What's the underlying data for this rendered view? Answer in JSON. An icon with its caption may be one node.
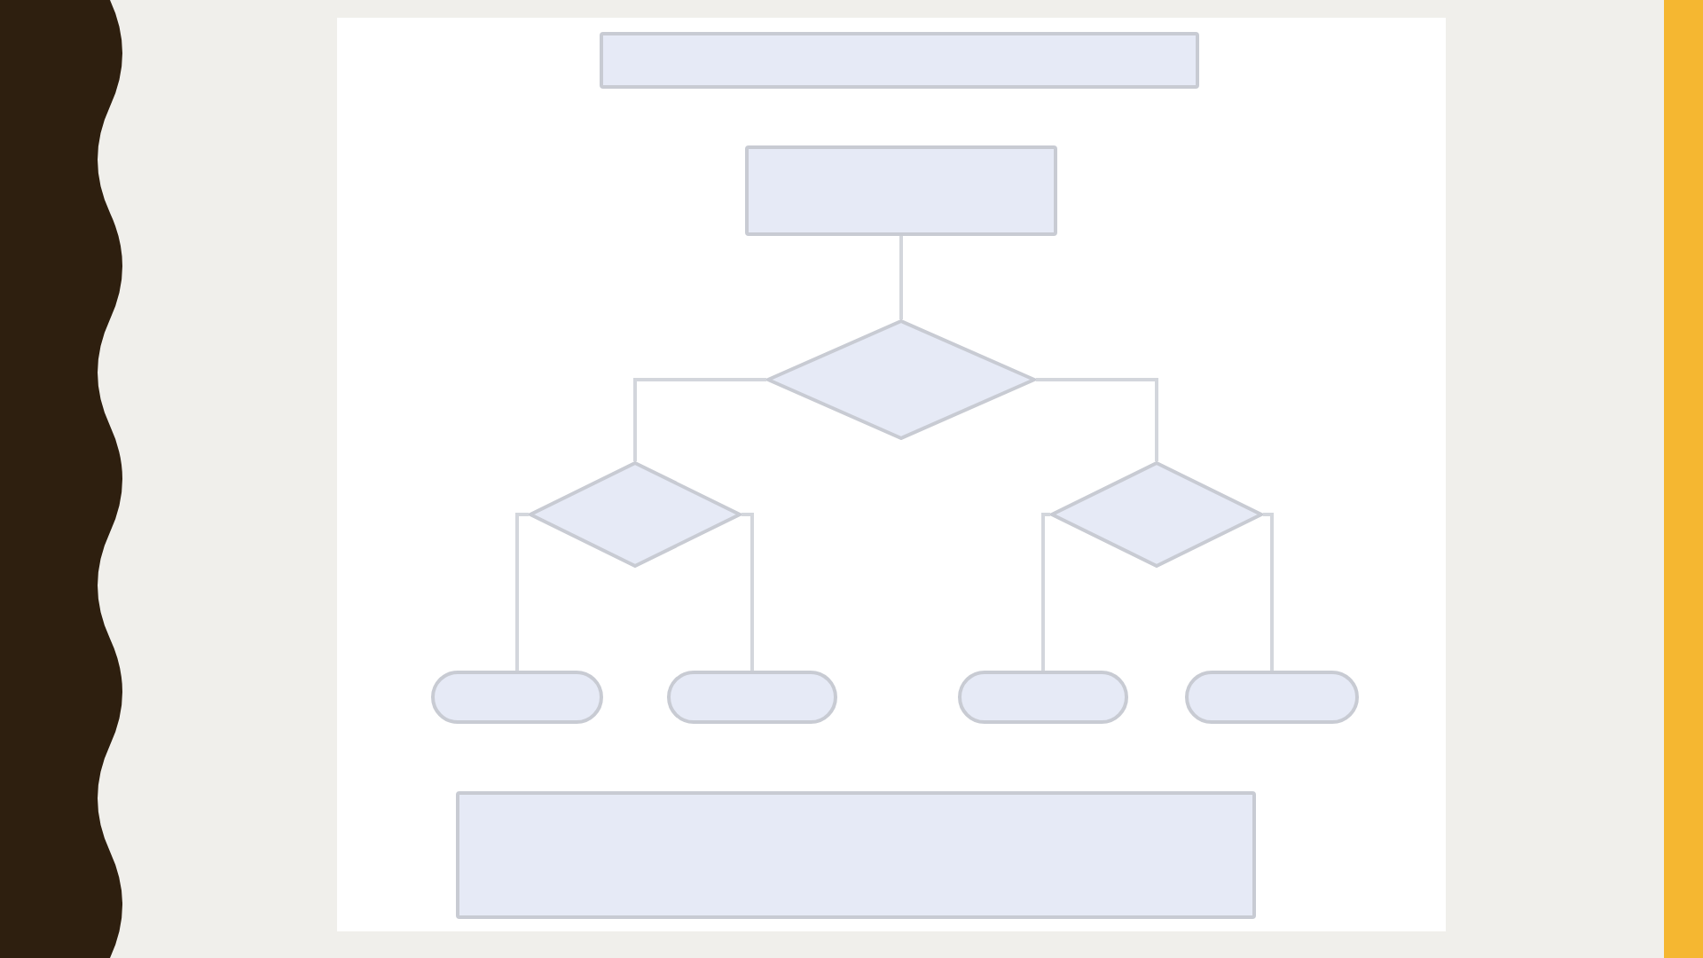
{
  "diagram": {
    "nodes": [
      {
        "text": [],
        "shape": "box"
      },
      {
        "text": [],
        "shape": "box"
      },
      {
        "text": [],
        "shape": "diamond"
      },
      {
        "text": [],
        "shape": "diamond"
      },
      {
        "text": [],
        "shape": "diamond"
      },
      {
        "text": [],
        "shape": "pill"
      },
      {
        "text": [],
        "shape": "pill"
      },
      {
        "text": [],
        "shape": "pill"
      },
      {
        "text": [],
        "shape": "pill"
      },
      {
        "text": [],
        "shape": "box"
      }
    ],
    "edges": [
      {
        "from": 1,
        "to": 2,
        "arrow": "none"
      },
      {
        "from": 2,
        "to": 3,
        "arrow": "none"
      },
      {
        "from": 2,
        "to": 4,
        "arrow": "none"
      },
      {
        "from": 3,
        "to": 5,
        "arrow": "none"
      },
      {
        "from": 3,
        "to": 6,
        "arrow": "none"
      },
      {
        "from": 4,
        "to": 7,
        "arrow": "none"
      },
      {
        "from": 4,
        "to": 8,
        "arrow": "none"
      }
    ]
  }
}
